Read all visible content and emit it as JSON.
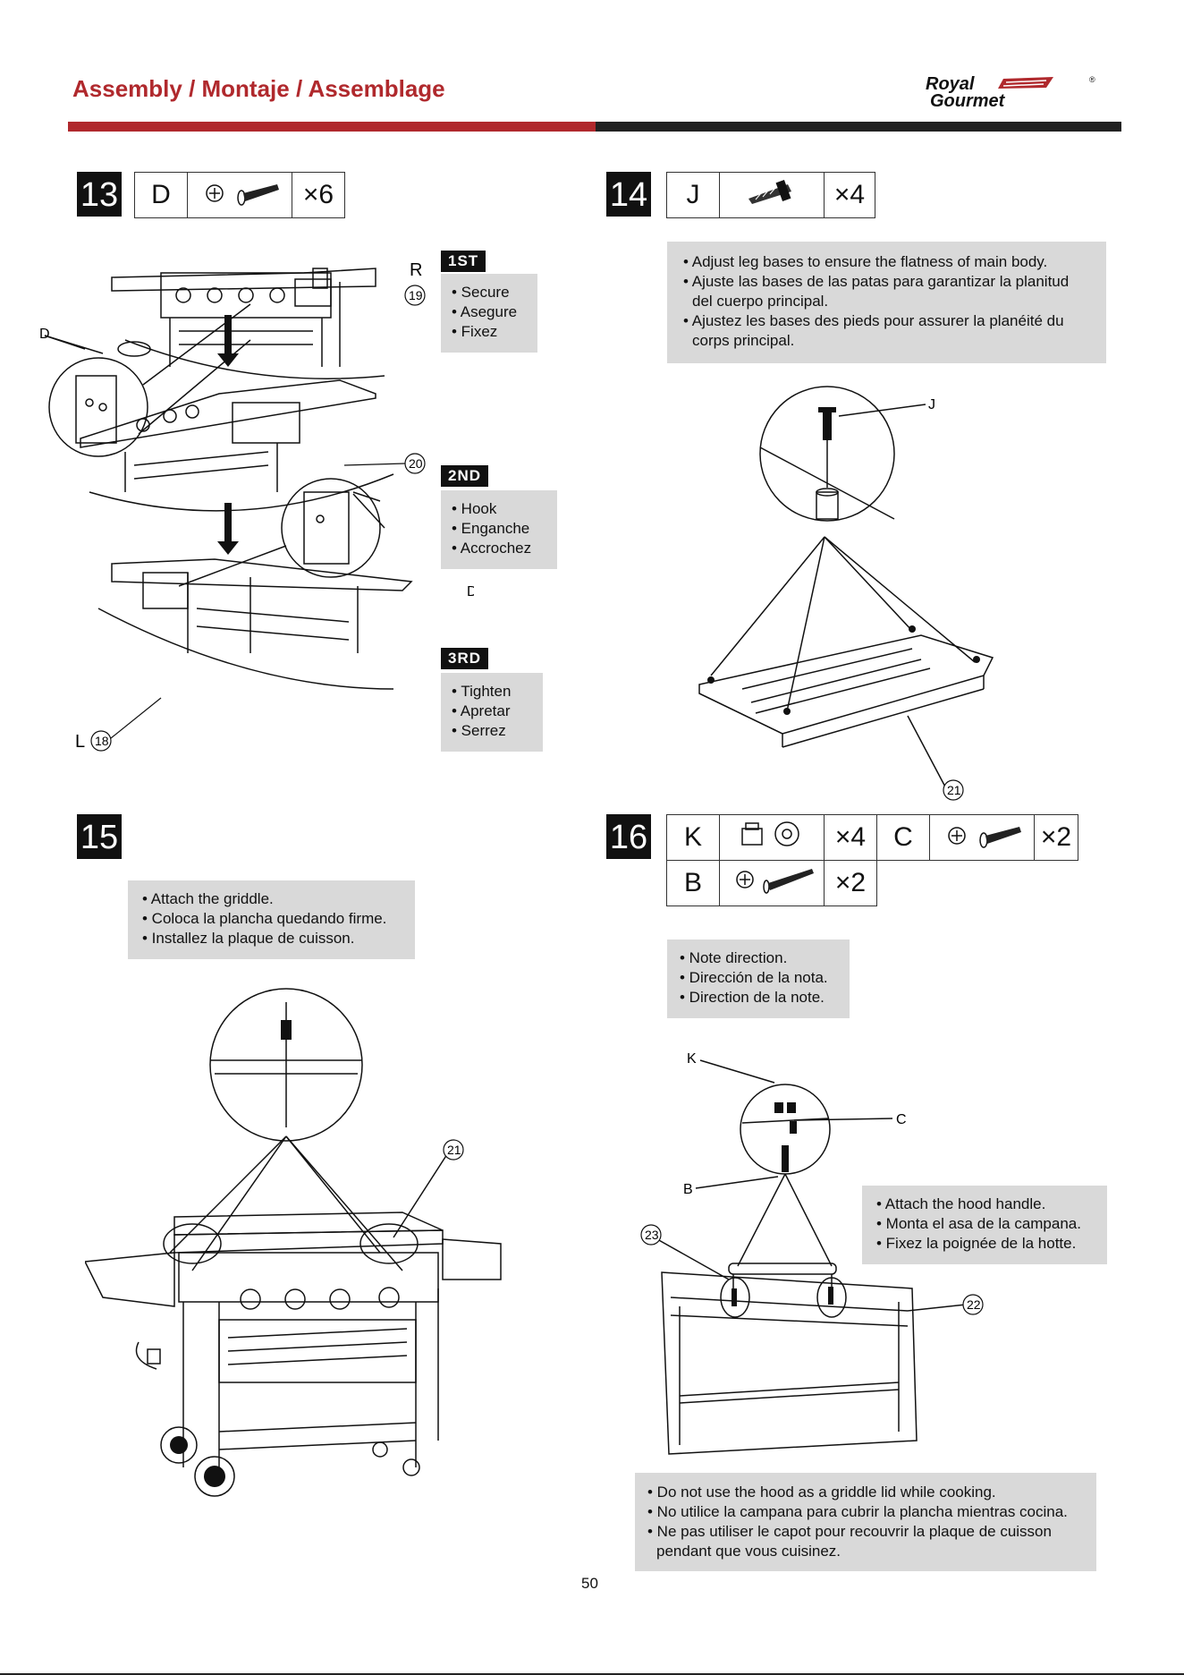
{
  "header": {
    "title": "Assembly / Montaje / Assemblage",
    "brand": {
      "line1": "Royal",
      "line2": "Gourmet",
      "registered": "®"
    },
    "colors": {
      "red": "#b0292d",
      "dark": "#222222",
      "note_gray": "#d9d9d9"
    }
  },
  "step13": {
    "number": "13",
    "parts": [
      {
        "letter": "D",
        "icon": "phillips-bolt-icon",
        "qty": "×6"
      }
    ],
    "sequence": [
      {
        "tag": "1ST",
        "lines": [
          "• Secure",
          "• Asegure",
          "• Fixez"
        ]
      },
      {
        "tag": "2ND",
        "lines": [
          "• Hook",
          "• Enganche",
          "• Accrochez"
        ]
      },
      {
        "tag": "3RD",
        "lines": [
          "• Tighten",
          "• Apretar",
          "• Serrez"
        ]
      }
    ],
    "callouts": {
      "r": "R",
      "d": "D",
      "l": "L",
      "n19": "19",
      "n20": "20",
      "n18": "18"
    }
  },
  "step14": {
    "number": "14",
    "parts": [
      {
        "letter": "J",
        "icon": "leg-leveler-bolt-icon",
        "qty": "×4"
      }
    ],
    "note": [
      "• Adjust leg bases to ensure the flatness of main body.",
      "• Ajuste las bases de las patas para garantizar la planitud del cuerpo principal.",
      "• Ajustez les bases des pieds pour assurer la planéité du corps principal."
    ],
    "callouts": {
      "j": "J",
      "n21": "21"
    }
  },
  "step15": {
    "number": "15",
    "note": [
      "• Attach the griddle.",
      "• Coloca la plancha quedando firme.",
      "• Installez la plaque de cuisson."
    ],
    "callouts": {
      "n21": "21"
    }
  },
  "step16": {
    "number": "16",
    "parts": [
      {
        "letter": "K",
        "icon": "nut-and-washer-icon",
        "qty": "×4"
      },
      {
        "letter": "C",
        "icon": "phillips-bolt-icon",
        "qty": "×2"
      },
      {
        "letter": "B",
        "icon": "long-phillips-bolt-icon",
        "qty": "×2"
      }
    ],
    "note_direction": [
      "• Note direction.",
      "• Dirección de la nota.",
      "• Direction de la note."
    ],
    "note_handle": [
      "• Attach the hood handle.",
      "• Monta el asa de la campana.",
      "• Fixez la poignée de la hotte."
    ],
    "warning": [
      "• Do not use the hood as a griddle lid while cooking.",
      "• No utilice la campana para cubrir la plancha mientras cocina.",
      "• Ne pas utiliser le capot pour recouvrir la plaque de cuisson pendant que vous cuisinez."
    ],
    "callouts": {
      "k": "K",
      "c": "C",
      "b": "B",
      "n23": "23",
      "n22": "22"
    }
  },
  "footer": {
    "page_number": "50"
  }
}
